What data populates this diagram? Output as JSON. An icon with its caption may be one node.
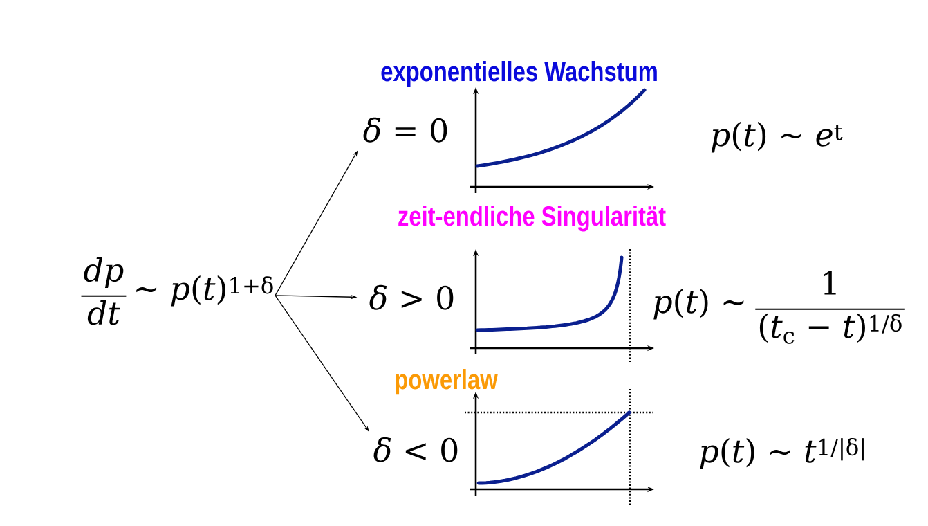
{
  "diagram": {
    "nodes": [
      {
        "text": [
          "dp",
          "dt",
          "∼ *p*(*t*)$^{1+δ}$"
        ]
      },
      {
        "text": [
          "*δ* = 0"
        ]
      },
      {
        "text": [
          "*δ* > 0"
        ]
      },
      {
        "text": [
          "*δ* < 0"
        ]
      }
    ],
    "edges": [
      {
        "from": 0,
        "to": 1,
        "arrow": "to"
      },
      {
        "from": 0,
        "to": 2,
        "arrow": "to"
      },
      {
        "from": 0,
        "to": 3,
        "arrow": "to"
      }
    ],
    "labels": [
      "exponentielles Wachstum",
      "*p*(*t*) ∼ *e*$^{t}$",
      "zeit-endliche Singularität",
      "*p*(*t*) ∼",
      "1",
      "(*t*$_{c}$ − *t*)$^{1/δ}$",
      "powerlaw",
      "*p*(*t*) ∼ *t*$^{1/|δ|}$"
    ]
  }
}
